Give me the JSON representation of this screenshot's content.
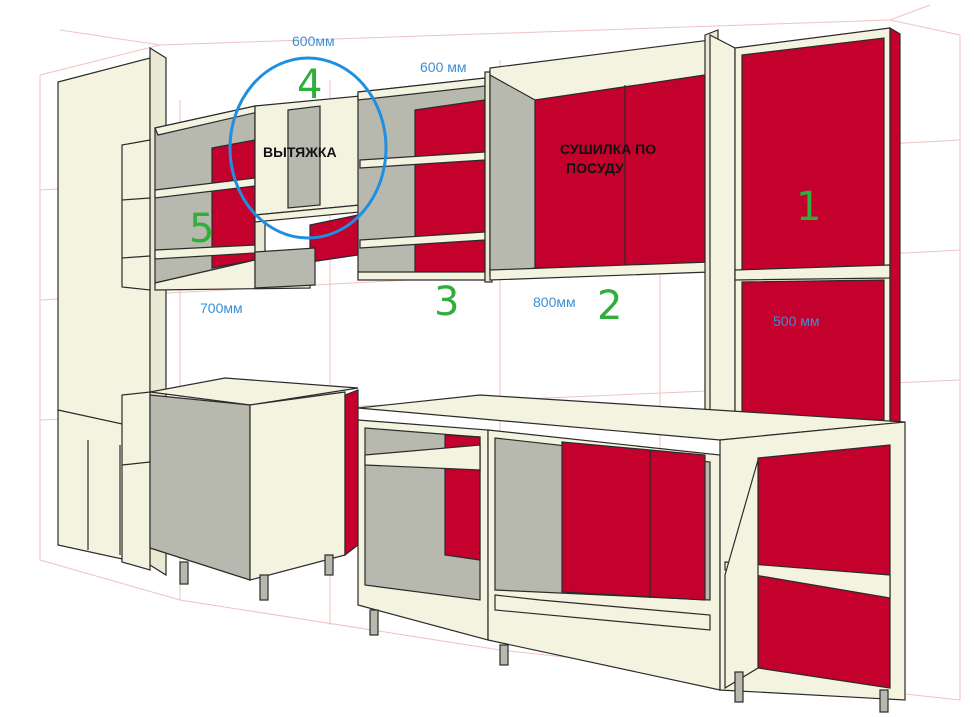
{
  "dimensions": {
    "top_left_width": "600мм",
    "top_mid_width": "600 мм",
    "left_cabinet_width": "700мм",
    "dryer_cabinet_width": "800мм",
    "right_tall_width": "500 мм"
  },
  "labels": {
    "hood": "ВЫТЯЖКА",
    "dish_dryer_line1": "СУШИЛКА ПО",
    "dish_dryer_line2": "ПОСУДУ"
  },
  "numbers": {
    "n1": "1",
    "n2": "2",
    "n3": "3",
    "n4": "4",
    "n5": "5"
  },
  "colors": {
    "panel": "#f4f3df",
    "inner_grey": "#b8b9ae",
    "red": "#c4002d",
    "outline": "#2b2b2b",
    "grid": "#f0c2c2",
    "dimension_text": "#3a8fd6",
    "number_text": "#2fae3c",
    "hood_circle": "#1f8fe0"
  }
}
